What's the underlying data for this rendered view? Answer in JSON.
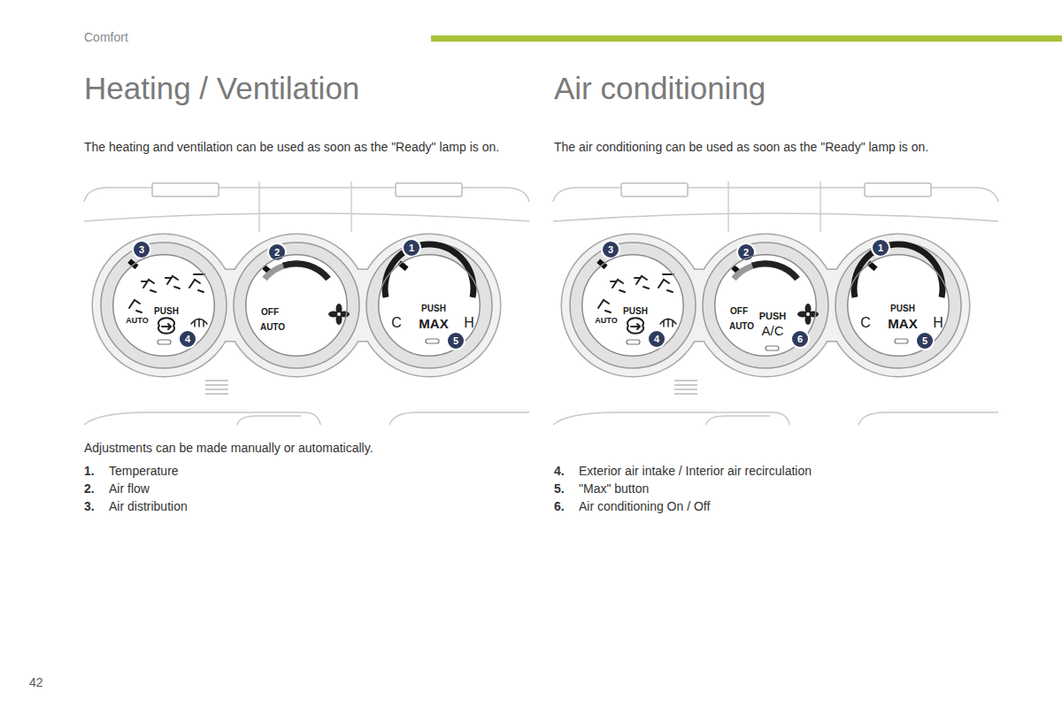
{
  "diagram": {
    "title": "Heating / Ventilation",
    "nodes": [
      {
        "text": [
          "3"
        ]
      },
      {
        "text": [
          "2"
        ]
      },
      {
        "text": [
          "1"
        ]
      },
      {
        "text": [
          "AUTO",
          "PUSH"
        ]
      },
      {
        "text": [
          "OFF",
          "AUTO"
        ]
      },
      {
        "text": [
          "C",
          "PUSH",
          "MAX",
          "H"
        ]
      },
      {
        "text": [
          "4"
        ]
      },
      {
        "text": [
          "5"
        ]
      },
      {
        "text": [
          "3"
        ]
      },
      {
        "text": [
          "2"
        ]
      },
      {
        "text": [
          "1"
        ]
      },
      {
        "text": [
          "AUTO",
          "PUSH"
        ]
      },
      {
        "text": [
          "OFF",
          "AUTO",
          "PUSH",
          "A/C"
        ]
      },
      {
        "text": [
          "C",
          "PUSH",
          "MAX",
          "H"
        ]
      },
      {
        "text": [
          "4"
        ]
      },
      {
        "text": [
          "6"
        ]
      },
      {
        "text": [
          "5"
        ]
      }
    ],
    "labels": [
      "Comfort",
      "The heating and ventilation can be used as soon as the \"Ready\" lamp is on.",
      "Air conditioning",
      "The air conditioning can be used as soon as the \"Ready\" lamp is on.",
      "Adjustments can be made manually or automatically.",
      "1.",
      "Temperature",
      "2.",
      "Air flow",
      "3.",
      "Air distribution",
      "4.",
      "Exterior air intake / Interior air recirculation",
      "5.",
      "\"Max\" button",
      "6.",
      "Air conditioning On / Off",
      "42"
    ]
  }
}
